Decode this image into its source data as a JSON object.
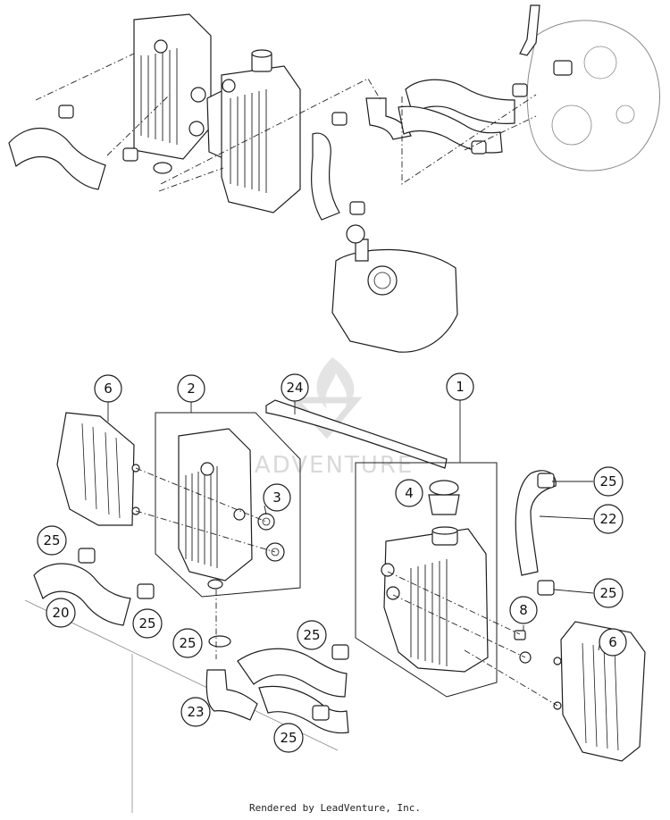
{
  "diagram": {
    "callouts": [
      {
        "id": "c6-left",
        "label": "6"
      },
      {
        "id": "c2",
        "label": "2"
      },
      {
        "id": "c24",
        "label": "24"
      },
      {
        "id": "c1",
        "label": "1"
      },
      {
        "id": "c3",
        "label": "3"
      },
      {
        "id": "c4",
        "label": "4"
      },
      {
        "id": "c25-tr",
        "label": "25"
      },
      {
        "id": "c22",
        "label": "22"
      },
      {
        "id": "c25-left",
        "label": "25"
      },
      {
        "id": "c25-r",
        "label": "25"
      },
      {
        "id": "c20",
        "label": "20"
      },
      {
        "id": "c25-lb",
        "label": "25"
      },
      {
        "id": "c8",
        "label": "8"
      },
      {
        "id": "c6-right",
        "label": "6"
      },
      {
        "id": "c25-mid",
        "label": "25"
      },
      {
        "id": "c25-mr",
        "label": "25"
      },
      {
        "id": "c23",
        "label": "23"
      },
      {
        "id": "c25-bot",
        "label": "25"
      }
    ],
    "watermark": "LEADVENTURE"
  },
  "footer": {
    "credit": "Rendered by LeadVenture, Inc."
  }
}
